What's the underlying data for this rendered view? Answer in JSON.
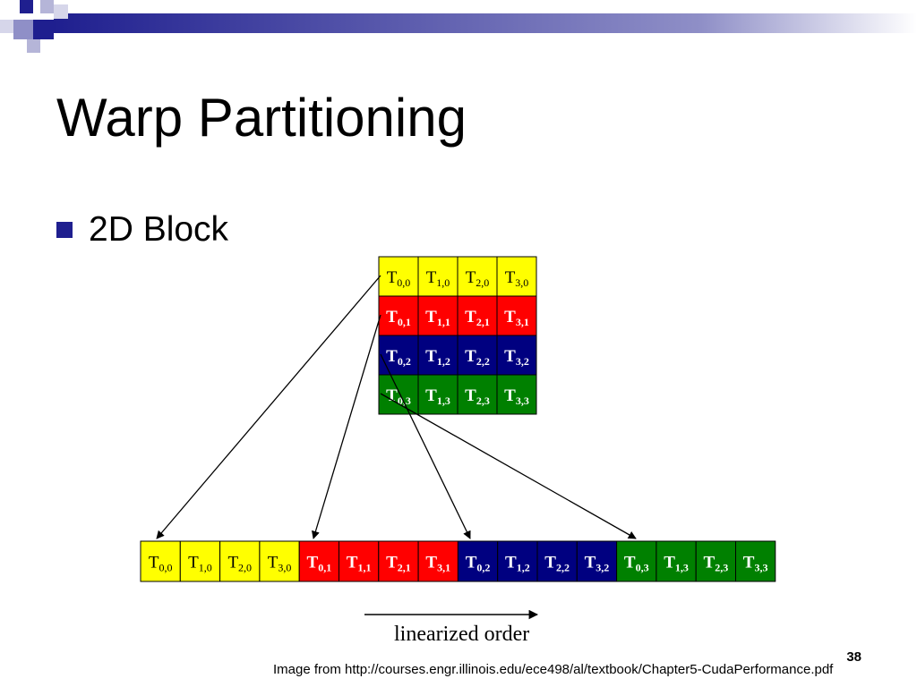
{
  "slide": {
    "title": "Warp Partitioning",
    "bullet": "2D Block",
    "caption": "linearized order",
    "slide_number": "38",
    "credit": "Image from http://courses.engr.illinois.edu/ece498/al/textbook/Chapter5-CudaPerformance.pdf"
  },
  "colors": {
    "yellow": "#ffff00",
    "red": "#ff0000",
    "blue": "#000080",
    "green": "#008000",
    "accent": "#1f1f8f"
  },
  "block": {
    "rows": [
      {
        "color": "yellow",
        "cells": [
          {
            "sub": "0,0"
          },
          {
            "sub": "1,0"
          },
          {
            "sub": "2,0"
          },
          {
            "sub": "3,0"
          }
        ]
      },
      {
        "color": "red",
        "cells": [
          {
            "sub": "0,1"
          },
          {
            "sub": "1,1"
          },
          {
            "sub": "2,1"
          },
          {
            "sub": "3,1"
          }
        ]
      },
      {
        "color": "blue",
        "cells": [
          {
            "sub": "0,2"
          },
          {
            "sub": "1,2"
          },
          {
            "sub": "2,2"
          },
          {
            "sub": "3,2"
          }
        ]
      },
      {
        "color": "green",
        "cells": [
          {
            "sub": "0,3"
          },
          {
            "sub": "1,3"
          },
          {
            "sub": "2,3"
          },
          {
            "sub": "3,3"
          }
        ]
      }
    ]
  }
}
